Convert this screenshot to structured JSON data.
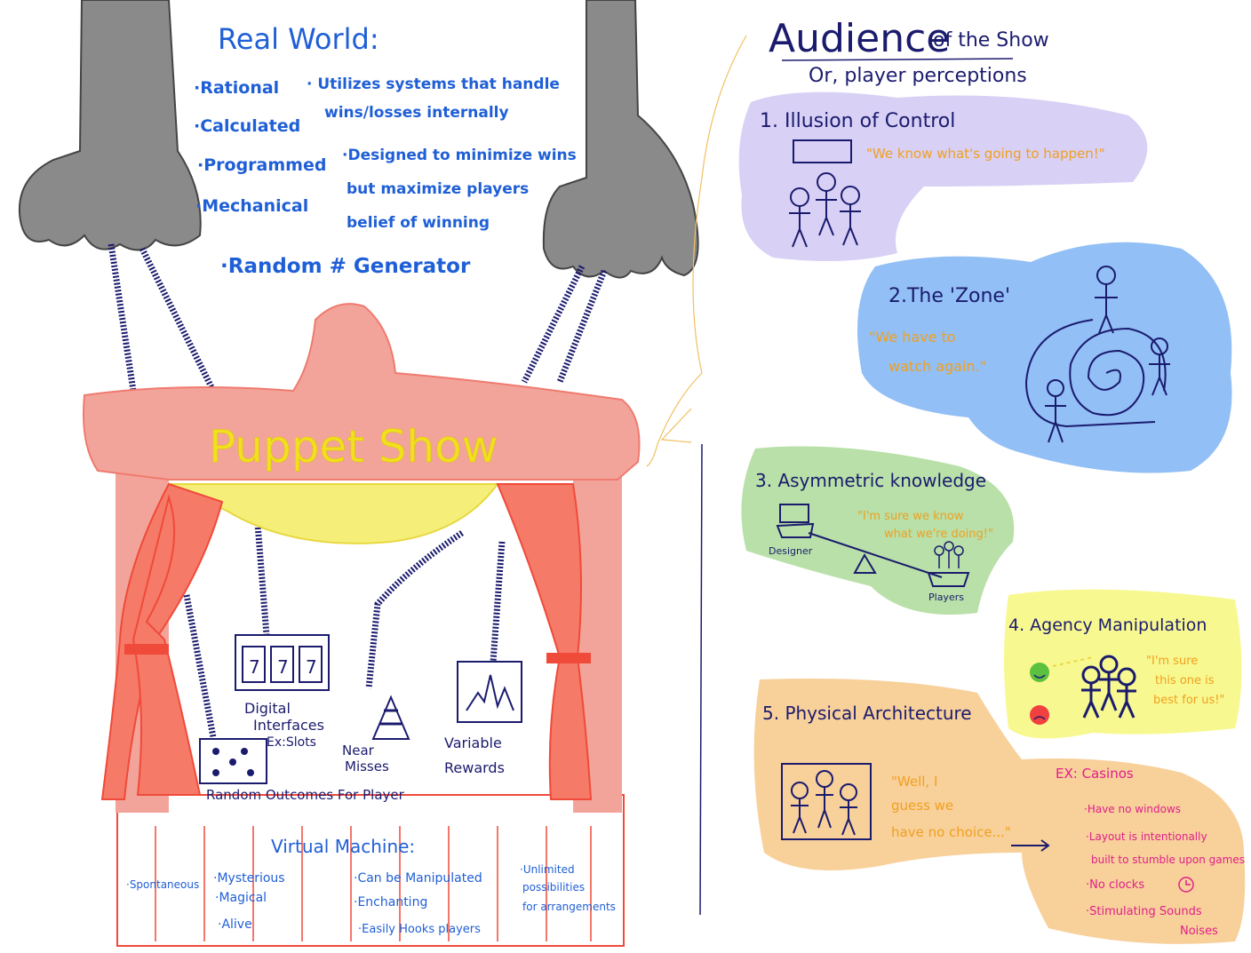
{
  "colors": {
    "blue_text": "#1f5fd6",
    "navy": "#1b1b6e",
    "orange_text": "#f0a020",
    "pink_text": "#e0208a",
    "stage_red": "#ef7a6f",
    "curtain_red": "#f04a3a",
    "stage_yellow": "#f5ef7a",
    "hand_gray": "#8a8a8a",
    "purple_panel": "#d8d0f5",
    "blue_panel": "#92bff5",
    "green_panel": "#b8e0a8",
    "yellow_panel": "#f8f890",
    "orange_panel": "#f8d09a"
  },
  "real_world": {
    "title": "Real World:",
    "left_items": [
      "·Rational",
      "·Calculated",
      "·Programmed",
      "·Mechanical"
    ],
    "right_item_1_line1": "· Utilizes systems that handle",
    "right_item_1_line2": "wins/losses internally",
    "right_item_2_line1": "·Designed to minimize wins",
    "right_item_2_line2": "but maximize players",
    "right_item_2_line3": "belief of winning",
    "rng": "·Random # Generator"
  },
  "stage": {
    "title": "Puppet Show",
    "slots": [
      "7",
      "7",
      "7"
    ],
    "digital_line1": "Digital",
    "digital_line2": "Interfaces",
    "digital_line3": "Ex:Slots",
    "near_line1": "Near",
    "near_line2": "Misses",
    "variable_line1": "Variable",
    "variable_line2": "Rewards",
    "random_outcomes": "Random Outcomes For Player"
  },
  "virtual_machine": {
    "title": "Virtual Machine:",
    "col1": "·Spontaneous",
    "col2_1": "·Mysterious",
    "col2_2": "·Magical",
    "col2_3": "·Alive",
    "col3_1": "·Can be Manipulated",
    "col3_2": "·Enchanting",
    "col3_3": "·Easily Hooks players",
    "col4_1": "·Unlimited",
    "col4_2": "possibilities",
    "col4_3": "for arrangements"
  },
  "audience": {
    "title_main": "Audience",
    "title_rest": "of the Show",
    "subtitle": "Or, player perceptions",
    "s1_title": "1. Illusion of Control",
    "s1_quote": "\"We know what's going to happen!\"",
    "s2_title": "2.The 'Zone'",
    "s2_quote_line1": "\"We have to",
    "s2_quote_line2": "watch again.\"",
    "s3_title": "3. Asymmetric knowledge",
    "s3_quote_line1": "\"I'm sure we know",
    "s3_quote_line2": "what we're doing!\"",
    "s3_designer": "Designer",
    "s3_players": "Players",
    "s4_title": "4. Agency Manipulation",
    "s4_quote_line1": "\"I'm sure",
    "s4_quote_line2": "this one is",
    "s4_quote_line3": "best for us!\"",
    "s5_title": "5. Physical Architecture",
    "s5_quote_line1": "\"Well, I",
    "s5_quote_line2": "guess we",
    "s5_quote_line3": "have no choice...\"",
    "casino_title": "EX: Casinos",
    "casino_1": "·Have no windows",
    "casino_2a": "·Layout is intentionally",
    "casino_2b": "built to stumble upon games",
    "casino_3": "·No clocks",
    "casino_4a": "·Stimulating Sounds",
    "casino_4b": "Noises"
  }
}
